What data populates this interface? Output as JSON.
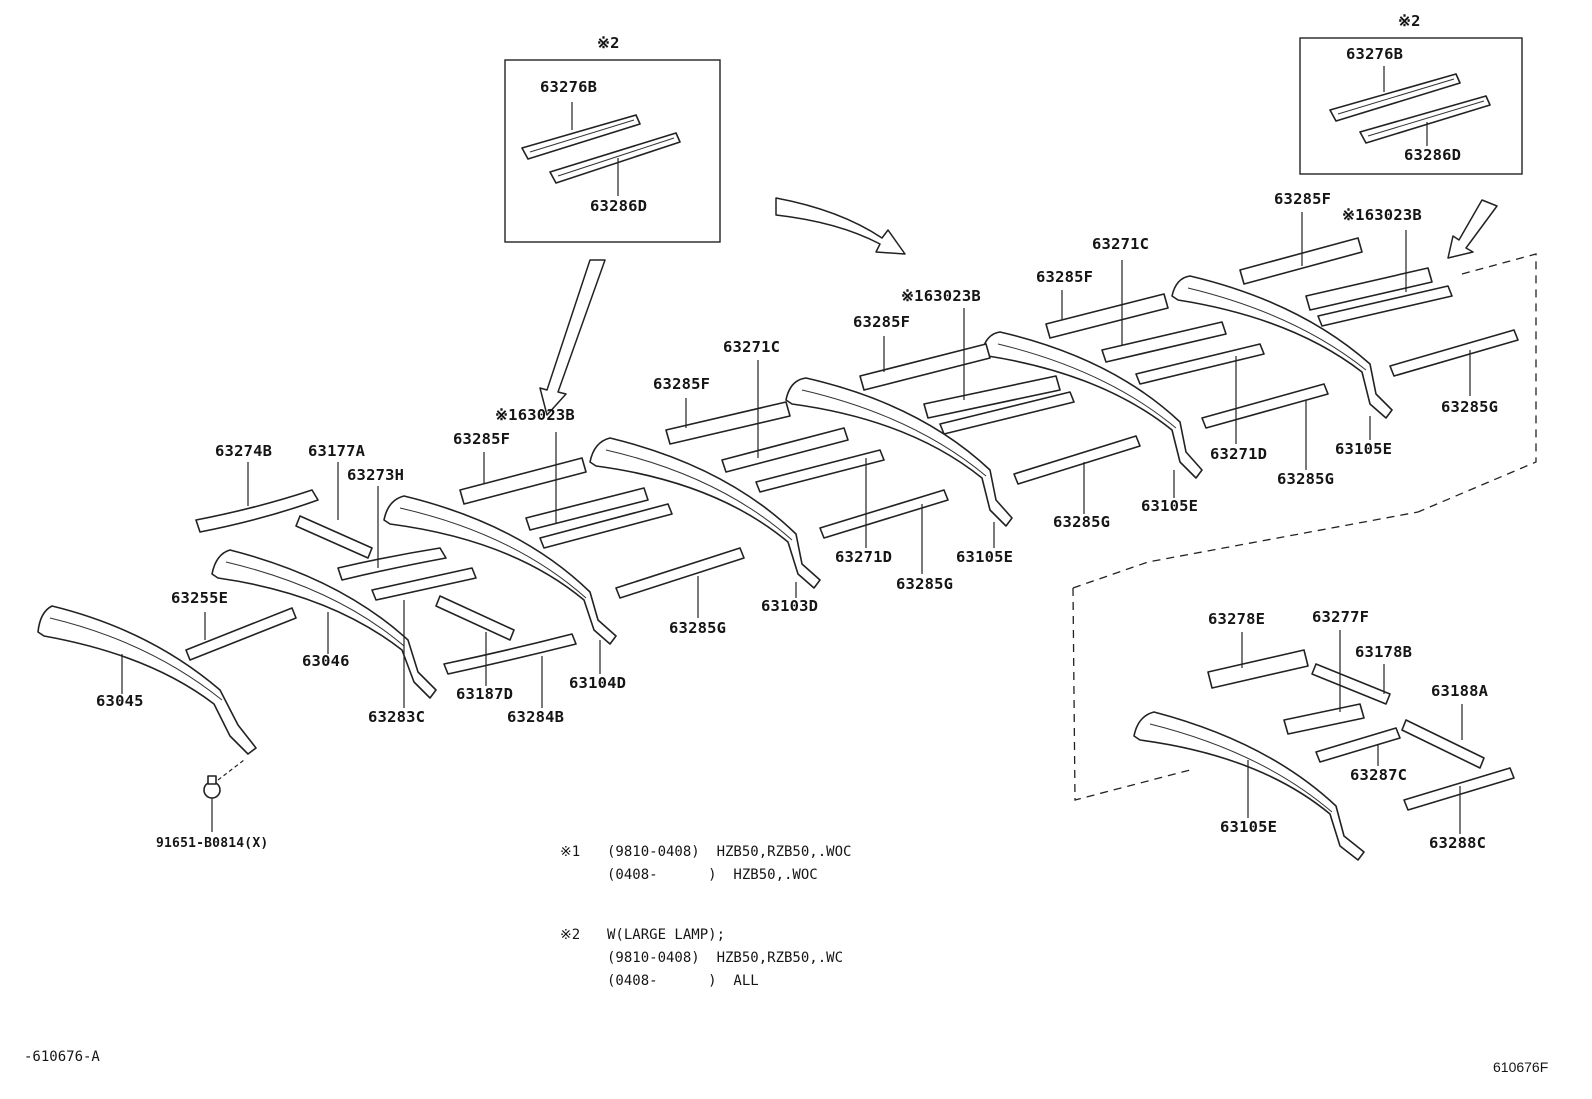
{
  "callouts": {
    "box_left_mark": "※2",
    "box_left_top": "63276B",
    "box_left_bottom": "63286D",
    "box_right_mark": "※2",
    "box_right_top": "63276B",
    "box_right_bottom": "63286D",
    "p63274B": "63274B",
    "p63177A": "63177A",
    "p63273H": "63273H",
    "p63255E": "63255E",
    "p63046": "63046",
    "p63045": "63045",
    "p63283C": "63283C",
    "p63187D": "63187D",
    "p63284B": "63284B",
    "p63104D": "63104D",
    "p63285F_1": "63285F",
    "p63023B_1": "※163023B",
    "p63285G_1": "63285G",
    "p63285F_2": "63285F",
    "p63271C_1": "63271C",
    "p63103D": "63103D",
    "p63271D_1": "63271D",
    "p63285G_2": "63285G",
    "p63285F_3": "63285F",
    "p63023B_2": "※163023B",
    "p63105E_1": "63105E",
    "p63285F_4": "63285F",
    "p63271C_2": "63271C",
    "p63285G_3": "63285G",
    "p63105E_2": "63105E",
    "p63285F_5": "63285F",
    "p63023B_3": "※163023B",
    "p63271D_2": "63271D",
    "p63285G_4": "63285G",
    "p63105E_3": "63105E",
    "p63285G_5": "63285G",
    "p63278E": "63278E",
    "p63277F": "63277F",
    "p63178B": "63178B",
    "p63188A": "63188A",
    "p63287C": "63287C",
    "p63288C": "63288C",
    "p63105E_4": "63105E",
    "p91651": "91651-B0814(X)"
  },
  "notes": {
    "n1_mark": "※1",
    "n1_line1": "(9810-0408)  HZB50,RZB50,.WOC",
    "n1_line2": "(0408-      )  HZB50,.WOC",
    "n2_mark": "※2",
    "n2_line1": "W(LARGE LAMP);",
    "n2_line2": "(9810-0408)  HZB50,RZB50,.WC",
    "n2_line3": "(0408-      )  ALL"
  },
  "footer": {
    "left_code": "-610676-A",
    "right_code": "610676F"
  }
}
